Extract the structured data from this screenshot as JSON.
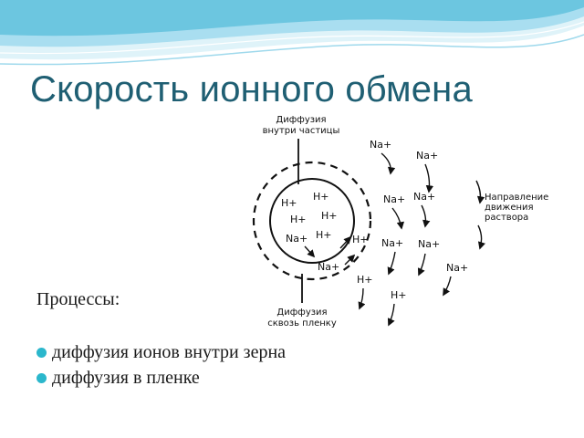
{
  "slide": {
    "title": "Скорость ионного обмена",
    "processes_heading": "Процессы:",
    "processes": [
      "диффузия ионов внутри зерна",
      "диффузия в пленке"
    ]
  },
  "diagram": {
    "top_label": [
      "Диффузия",
      "внутри частицы"
    ],
    "bottom_label": [
      "Диффузия",
      "сквозь пленку"
    ],
    "right_label": [
      "Направление",
      "движения",
      "раствора"
    ],
    "ions": {
      "hydrogen": "H+",
      "sodium": "Na+"
    }
  },
  "colors": {
    "title": "#1f5f73",
    "bullet": "#2bb7cc",
    "wave_light": "#bfe7f3",
    "wave_mid": "#7fcce3",
    "wave_dark": "#3fb0d0"
  }
}
